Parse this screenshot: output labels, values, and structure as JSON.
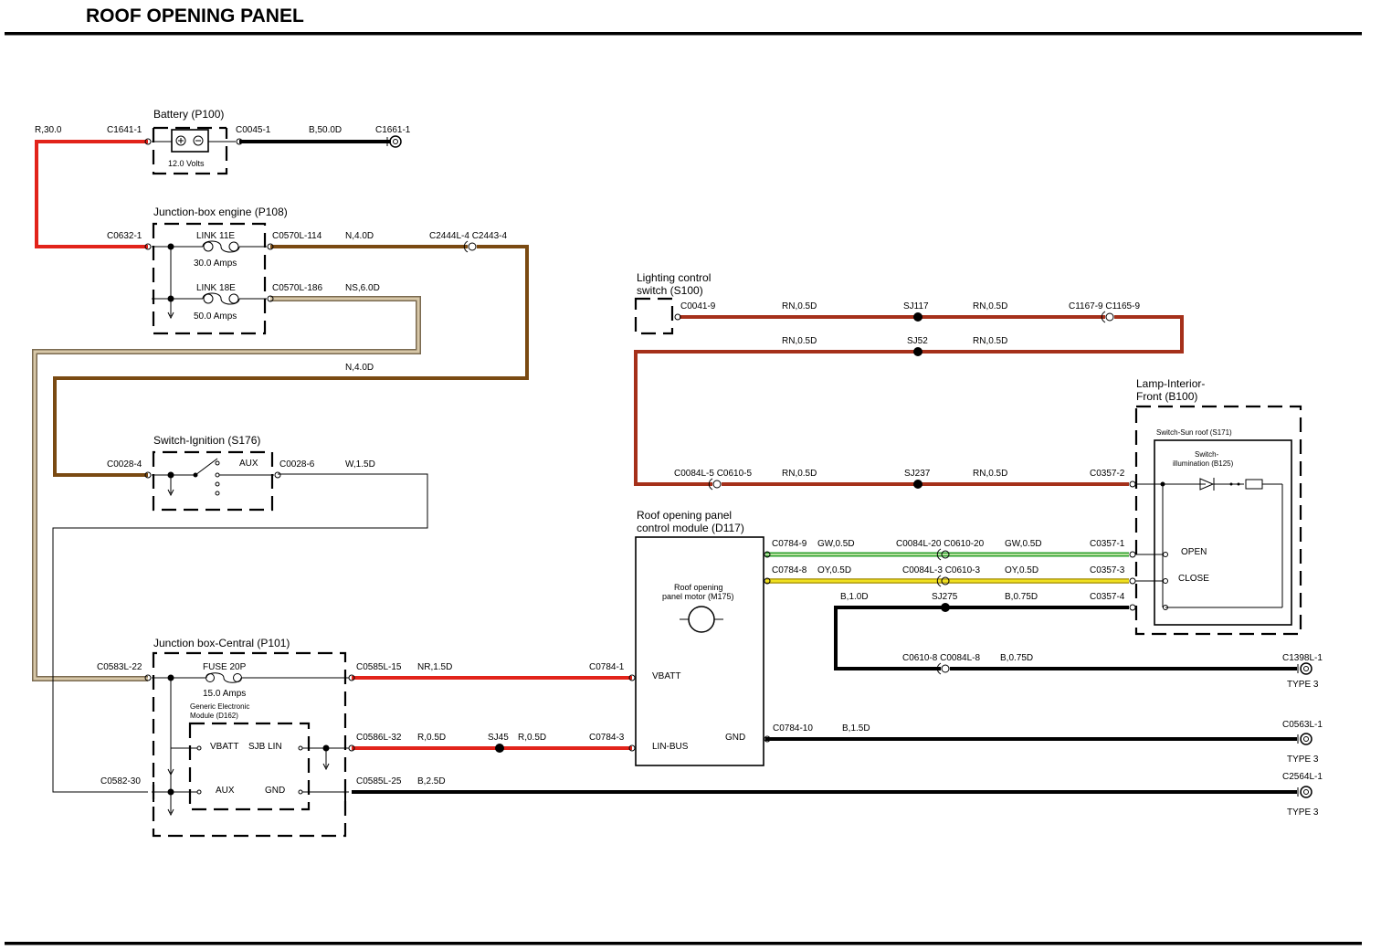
{
  "title": "ROOF OPENING PANEL",
  "colors": {
    "red": "#e2231a",
    "brown": "#7a4a12",
    "tan_outer": "#7a6a50",
    "tan_inner": "#d8c8a8",
    "rn": "#a5301a",
    "green": "#2ca02c",
    "green_inner": "#b8e0a0",
    "yellow_outer": "#a08a00",
    "yellow": "#f0e020",
    "black": "#000000"
  },
  "components": {
    "battery": {
      "name": "Battery (P100)",
      "voltage": "12.0 Volts",
      "plus": "⊕",
      "minus": "⊖"
    },
    "jb_engine": {
      "name": "Junction-box engine (P108)",
      "link1": "LINK 11E",
      "link1_rating": "30.0 Amps",
      "link2": "LINK 18E",
      "link2_rating": "50.0 Amps"
    },
    "lighting_switch": {
      "name1": "Lighting control",
      "name2": "switch (S100)"
    },
    "ignition": {
      "name": "Switch-Ignition (S176)",
      "aux": "AUX"
    },
    "lamp": {
      "name1": "Lamp-Interior-",
      "name2": "Front (B100)",
      "sunroof_switch": "Switch-Sun roof (S171)",
      "illum1": "Switch-",
      "illum2": "illumination (B125)",
      "open": "OPEN",
      "close": "CLOSE"
    },
    "module": {
      "name1": "Roof opening panel",
      "name2": "control module (D117)",
      "motor1": "Roof opening",
      "motor2": "panel motor (M175)",
      "vbatt": "VBATT",
      "linbus": "LIN-BUS",
      "gnd": "GND"
    },
    "jb_central": {
      "name": "Junction box-Central (P101)",
      "fuse": "FUSE 20P",
      "fuse_rating": "15.0 Amps",
      "gem1": "Generic Electronic",
      "gem2": "Module (D162)",
      "vbatt": "VBATT",
      "sjblin": "SJB LIN",
      "aux": "AUX",
      "gnd": "GND"
    }
  },
  "connectors": {
    "c1641": "C1641-1",
    "c0045": "C0045-1",
    "c1661": "C1661-1",
    "c0632": "C0632-1",
    "c0570_114": "C0570L-114",
    "c2444": "C2444L-4 C2443-4",
    "c0570_186": "C0570L-186",
    "c0041": "C0041-9",
    "sj117": "SJ117",
    "c1167": "C1167-9 C1165-9",
    "sj52": "SJ52",
    "c0028_4": "C0028-4",
    "c0028_6": "C0028-6",
    "c0084_5": "C0084L-5 C0610-5",
    "sj237": "SJ237",
    "c0357_2": "C0357-2",
    "c0784_9": "C0784-9",
    "c0084_20": "C0084L-20 C0610-20",
    "c0357_1": "C0357-1",
    "c0784_8": "C0784-8",
    "c0084_3": "C0084L-3 C0610-3",
    "c0357_3": "C0357-3",
    "sj275": "SJ275",
    "c0357_4": "C0357-4",
    "c0610_8": "C0610-8 C0084L-8",
    "c1398": "C1398L-1",
    "type3a": "TYPE 3",
    "c0583": "C0583L-22",
    "c0585_15": "C0585L-15",
    "c0784_1": "C0784-1",
    "c0586": "C0586L-32",
    "sj45": "SJ45",
    "c0784_3": "C0784-3",
    "c0784_10": "C0784-10",
    "c0563": "C0563L-1",
    "type3b": "TYPE 3",
    "c0582": "C0582-30",
    "c0585_25": "C0585L-25",
    "c2564": "C2564L-1",
    "type3c": "TYPE 3"
  },
  "wires": {
    "r30": "R,30.0",
    "b50": "B,50.0D",
    "n4_top": "N,4.0D",
    "ns6": "NS,6.0D",
    "n4_mid": "N,4.0D",
    "rn1": "RN,0.5D",
    "rn2": "RN,0.5D",
    "rn3": "RN,0.5D",
    "rn4": "RN,0.5D",
    "rn5": "RN,0.5D",
    "rn6": "RN,0.5D",
    "w15": "W,1.5D",
    "gw1": "GW,0.5D",
    "gw2": "GW,0.5D",
    "oy1": "OY,0.5D",
    "oy2": "OY,0.5D",
    "b10": "B,1.0D",
    "b075a": "B,0.75D",
    "b075b": "B,0.75D",
    "nr15": "NR,1.5D",
    "r05a": "R,0.5D",
    "r05b": "R,0.5D",
    "b15": "B,1.5D",
    "b25": "B,2.5D"
  }
}
